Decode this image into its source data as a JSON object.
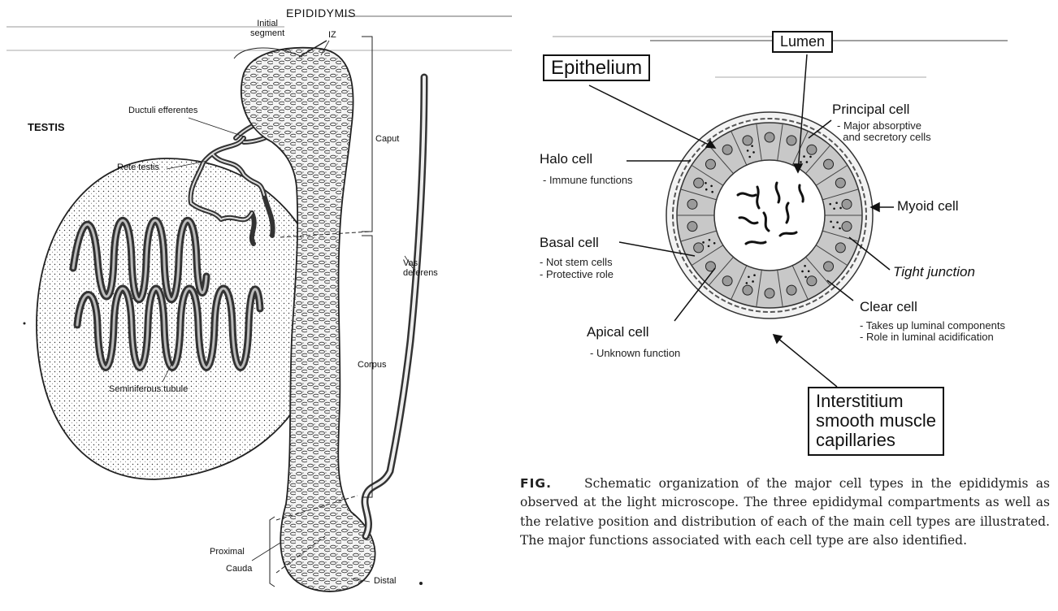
{
  "left_diagram": {
    "title": "EPIDIDYMIS",
    "labels": {
      "initial_segment": [
        "Initial",
        "segment"
      ],
      "iz": "IZ",
      "testis": "TESTIS",
      "ductuli_efferentes": "Ductuli efferentes",
      "rete_testis": "Rete testis",
      "caput": "Caput",
      "vas_deferens": [
        "Vas",
        "deferens"
      ],
      "corpus": "Corpus",
      "seminiferous_tubule": "Seminiferous tubule",
      "proximal": "Proximal",
      "cauda": "Cauda",
      "distal": "Distal"
    }
  },
  "right_diagram": {
    "epithelium": "Epithelium",
    "lumen": "Lumen",
    "principal_cell": {
      "name": "Principal cell",
      "desc": [
        "- Major absorptive",
        "  and secretory cells"
      ]
    },
    "halo_cell": {
      "name": "Halo cell",
      "desc": [
        "- Immune functions"
      ]
    },
    "myoid_cell": {
      "name": "Myoid cell"
    },
    "basal_cell": {
      "name": "Basal cell",
      "desc": [
        "- Not stem cells",
        "- Protective role"
      ]
    },
    "tight_junction": {
      "name": "Tight junction"
    },
    "clear_cell": {
      "name": "Clear cell",
      "desc": [
        "- Takes up luminal components",
        "- Role in luminal acidification"
      ]
    },
    "apical_cell": {
      "name": "Apical cell",
      "desc": [
        "- Unknown function"
      ]
    },
    "interstitium": [
      "Interstitium",
      "smooth muscle",
      "capillaries"
    ]
  },
  "caption": {
    "label": "FIG.",
    "text": "Schematic organization of the major cell types in the epididymis as observed at the light microscope. The three epididymal compartments as well as the relative position and distribution of each of the main cell types are illustrated. The major functions associated with each cell type are also identified."
  },
  "colors": {
    "ink": "#1a1a1a",
    "paper": "#ffffff",
    "epithelium_fill": "#c8c8c8",
    "lumen_fill": "#ffffff"
  }
}
